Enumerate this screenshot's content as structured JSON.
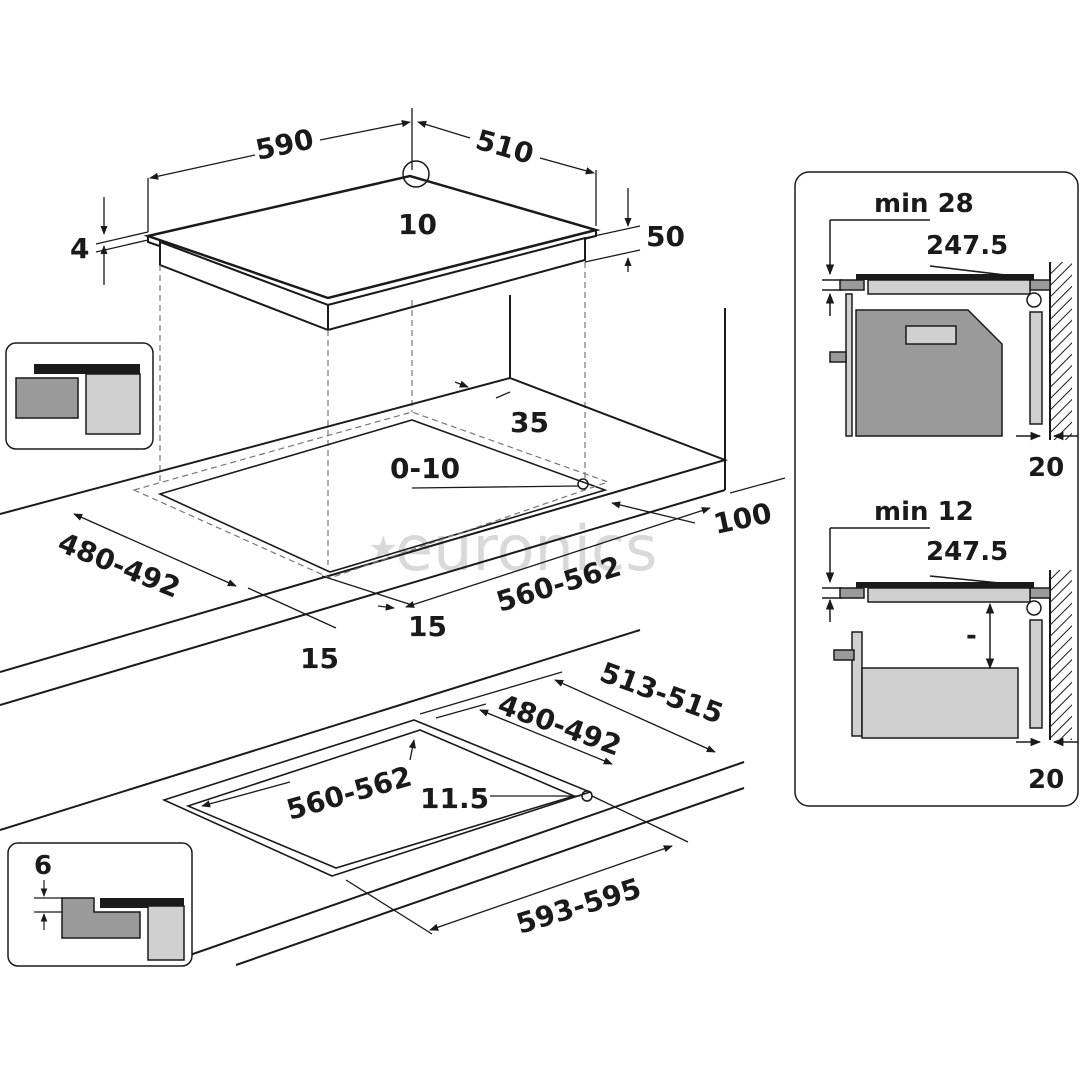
{
  "watermark": "euronics",
  "hob": {
    "width": "590",
    "depth": "510",
    "corner_radius": "10",
    "glass_thickness": "4",
    "total_height": "50"
  },
  "flush_cutout": {
    "rear_clearance": "35",
    "gap": "0-10",
    "front_clearance": "100",
    "depth": "480-492",
    "width": "560-562",
    "side_a": "15",
    "side_b": "15"
  },
  "recess_cutout": {
    "outer_depth": "513-515",
    "inner_depth": "480-492",
    "inner_width": "560-562",
    "corner_radius": "11.5",
    "outer_width": "593-595",
    "recess_depth": "6"
  },
  "side_panel_top": {
    "clearance": "min 28",
    "dimension": "247.5",
    "wall_gap": "20"
  },
  "side_panel_bottom": {
    "clearance": "min 12",
    "dimension": "247.5",
    "spacing_mark": "-",
    "wall_gap": "20"
  }
}
